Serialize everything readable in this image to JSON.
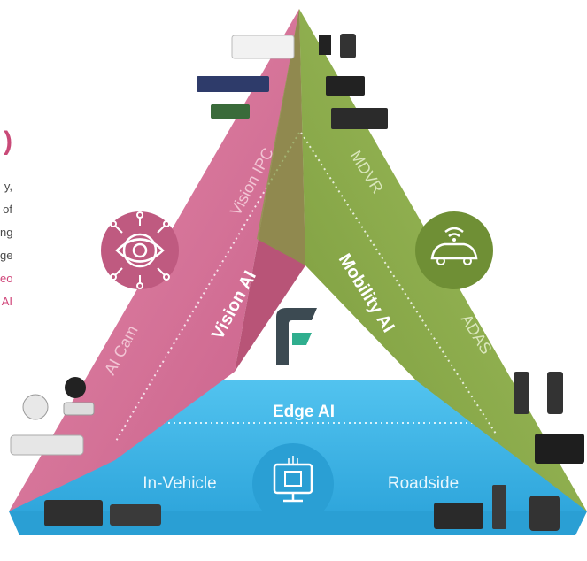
{
  "colors": {
    "vision": "#d97a9b",
    "vision_dark": "#c15c80",
    "mobility": "#8fae4a",
    "mobility_dark": "#6f8f35",
    "edge": "#43b6e6",
    "edge_dark": "#2a9fd4",
    "accent_pink": "#c94a78"
  },
  "clipped_left_text": {
    "heading_fragment": ")",
    "lines": [
      "y,",
      "of",
      "ng",
      "ge",
      "eo",
      "AI"
    ]
  },
  "segments": {
    "vision": {
      "label": "Vision AI",
      "sub_top": "Vision IPC",
      "sub_bottom": "AI Cam",
      "icon": "eye-network-icon"
    },
    "mobility": {
      "label": "Mobility AI",
      "sub_top": "MDVR",
      "sub_bottom": "ADAS",
      "icon": "connected-car-icon"
    },
    "edge": {
      "label": "Edge AI",
      "sub_left": "In-Vehicle",
      "sub_right": "Roadside",
      "icon": "chip-monitor-icon"
    }
  },
  "center_logo": "brand-f-logo-icon"
}
